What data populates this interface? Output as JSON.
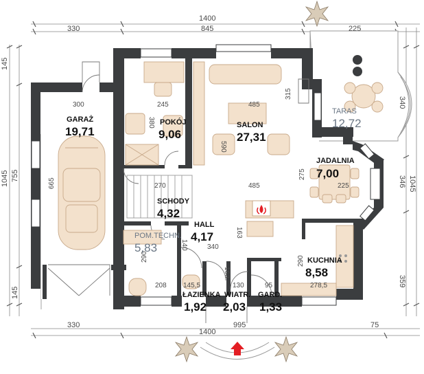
{
  "dimensions": {
    "top_total": "1400",
    "top_left": "330",
    "top_mid": "845",
    "top_terrace": "225",
    "bottom_left": "330",
    "bottom_total": "1400",
    "bottom_entry": "995",
    "bottom_right": "75",
    "left_145_top": "145",
    "left_1045": "1045",
    "left_755": "755",
    "left_145_bottom": "145",
    "right_340": "340",
    "right_346": "346",
    "right_1045": "1045",
    "right_359": "359",
    "garage_300": "300",
    "garage_665": "665",
    "room_245": "245",
    "room_380": "380",
    "salon_485_top": "485",
    "salon_315": "315",
    "salon_590": "590",
    "salon_485_mid": "485",
    "dining_275": "275",
    "dining_225": "225",
    "stairs_270": "270",
    "hall_140": "140",
    "hall_163": "163",
    "hall_340": "340",
    "tech_290": "290",
    "tech_208": "208",
    "kitchen_290": "290",
    "kitchen_2785": "278,5",
    "bath_1455": "145,5",
    "wiatr_163": "163",
    "wiatr_130": "130",
    "gard_95": "95"
  },
  "rooms": {
    "garaz": {
      "name": "GARAŻ",
      "area": "19,71"
    },
    "pokoj": {
      "name": "POKÓJ",
      "area": "9,06"
    },
    "salon": {
      "name": "SALON",
      "area": "27,31"
    },
    "taras": {
      "name": "TARAS",
      "area": "12,72"
    },
    "jadalnia": {
      "name": "JADALNIA",
      "area": "7,00"
    },
    "schody": {
      "name": "SCHODY",
      "area": "4,32"
    },
    "hall": {
      "name": "HALL",
      "area": "4,17"
    },
    "pom_techn": {
      "name": "POM.TECHN.",
      "area": "5,83"
    },
    "kuchnia": {
      "name": "KUCHNIA",
      "area": "8,58"
    },
    "lazienka": {
      "name": "ŁAZIENKA",
      "area": "1,92"
    },
    "wiatr": {
      "name": "WIATR.",
      "area": "2,03"
    },
    "gard": {
      "name": "GARD.",
      "area": "1,33"
    }
  },
  "colors": {
    "wall": "#3b3d3f",
    "window": "#ffffff",
    "furniture": "#f3e1cc",
    "furniture_stroke": "#c8a98a",
    "dim_line": "#777777",
    "terrace_text": "#6b7785",
    "entry_arrow": "#e31e24"
  }
}
